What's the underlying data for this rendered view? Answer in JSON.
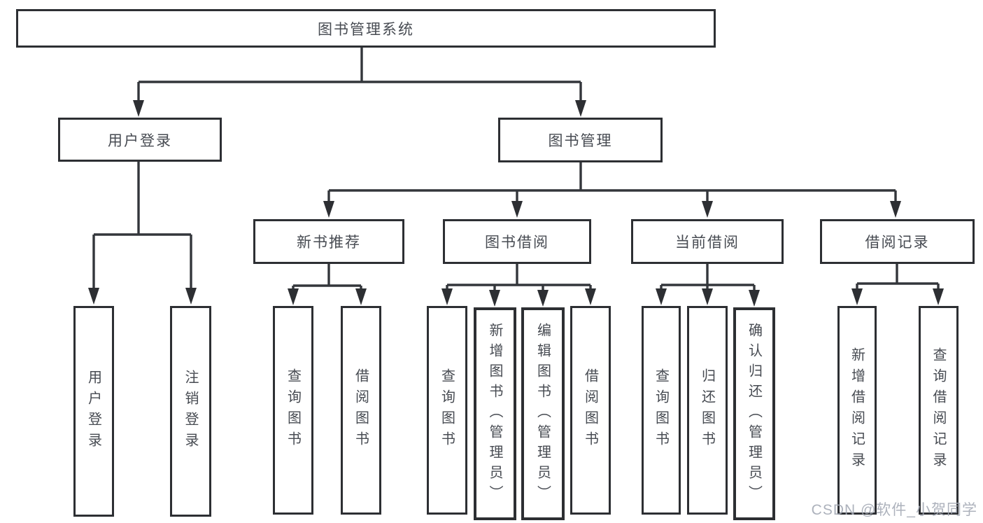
{
  "diagram": {
    "type": "hierarchy-tree",
    "line_color": "#33363b",
    "box_border_color": "#2d2f33",
    "text_color": "#474b52",
    "background_color": "#ffffff"
  },
  "tree": {
    "label": "图书管理系统",
    "children": [
      {
        "label": "用户登录",
        "children": [
          {
            "label": "用户登录"
          },
          {
            "label": "注销登录"
          }
        ]
      },
      {
        "label": "图书管理",
        "children": [
          {
            "label": "新书推荐",
            "children": [
              {
                "label": "查询图书"
              },
              {
                "label": "借阅图书"
              }
            ]
          },
          {
            "label": "图书借阅",
            "children": [
              {
                "label": "查询图书"
              },
              {
                "label": "新增图书（管理员）"
              },
              {
                "label": "编辑图书（管理员）"
              },
              {
                "label": "借阅图书"
              }
            ]
          },
          {
            "label": "当前借阅",
            "children": [
              {
                "label": "查询图书"
              },
              {
                "label": "归还图书"
              },
              {
                "label": "确认归还（管理员）"
              }
            ]
          },
          {
            "label": "借阅记录",
            "children": [
              {
                "label": "新增借阅记录"
              },
              {
                "label": "查询借阅记录"
              }
            ]
          }
        ]
      }
    ]
  },
  "watermark": {
    "text": "CSDN @软件_小贺同学",
    "color": "#a4aab5"
  }
}
